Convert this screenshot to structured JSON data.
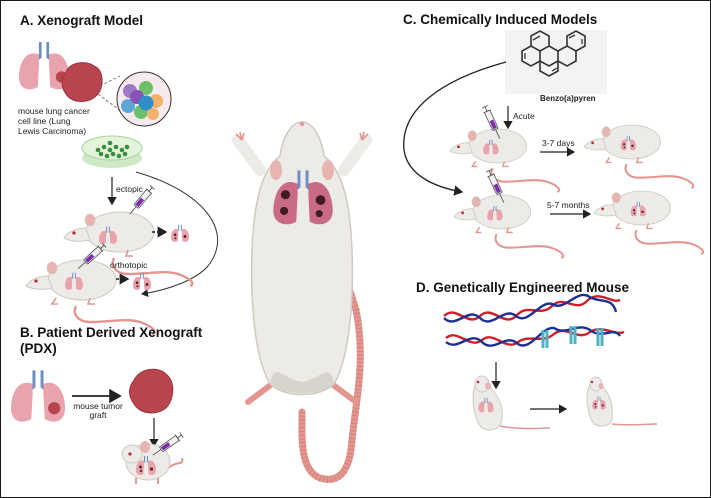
{
  "panels": {
    "a": {
      "title": "A. Xenograft Model",
      "cell_line_label_1": "mouse lung cancer",
      "cell_line_label_2": "cell line (Lung",
      "cell_line_label_3": "Lewis Carcinoma)",
      "ectopic_label": "ectopic",
      "orthotopic_label": "orthotopic"
    },
    "b": {
      "title_1": "B. Patient Derived Xenograft",
      "title_2": "(PDX)",
      "graft_label_1": "mouse tumor",
      "graft_label_2": "graft"
    },
    "c": {
      "title": "C. Chemically Induced Models",
      "compound_label": "Benzo(a)pyren",
      "acute_label": "Acute",
      "short_duration_label": "3-7 days",
      "long_duration_label": "5-7 months"
    },
    "d": {
      "title": "D. Genetically Engineered Mouse"
    }
  },
  "colors": {
    "lung_pink": "#e8a3ad",
    "tumor_red": "#b8444d",
    "mouse_fur": "#ecebe8",
    "mouse_shade": "#cfcac2",
    "tail_pink": "#e3968f",
    "trachea_blue": "#6d8fc4",
    "dna_red": "#cc1f2a",
    "dna_blue": "#1d2f8f",
    "crispr_teal": "#4fb3c4",
    "syringe_purple": "#7b2fa8",
    "dish_green": "#3a8f3a",
    "border": "#1a1a1a"
  }
}
